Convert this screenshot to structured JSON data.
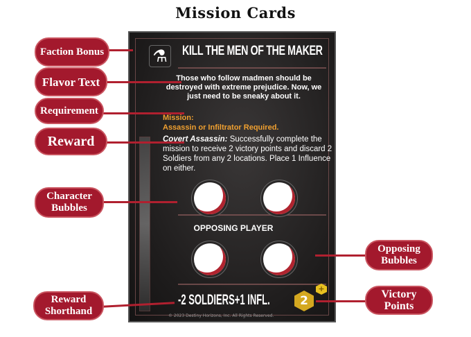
{
  "title": "Mission Cards",
  "card": {
    "name": "KILL THE MEN OF THE MAKER",
    "faction_icon": "flask-icon",
    "flavor": "Those who follow madmen should be destroyed with extreme prejudice. Now, we just need to be sneaky about it.",
    "mission_label": "Mission:",
    "requirement": "Assassin or Infiltrator Required.",
    "reward_label": "Covert Assassin:",
    "reward_text": "Successfully complete the mission to receive 2 victory points and discard 2 Soldiers from any 2 locations. Place 1 Influence on either.",
    "opposing_label": "OPPOSING PLAYER",
    "shorthand": "-2 SOLDIERS+1 INFL.",
    "victory_points": "2",
    "vp_bonus_symbol": "+",
    "copyright": "© 2023 Destiny Horizons, Inc. All Rights Reserved."
  },
  "labels": {
    "faction_bonus": "Faction Bonus",
    "flavor_text": "Flavor Text",
    "requirement": "Requirement",
    "reward": "Reward",
    "character_bubbles": "Character Bubbles",
    "reward_shorthand": "Reward Shorthand",
    "opposing_bubbles": "Opposing Bubbles",
    "victory_points": "Victory Points"
  },
  "colors": {
    "label_red": "#a3192d",
    "requirement_orange": "#f0a030",
    "vp_gold": "#d4a820"
  }
}
